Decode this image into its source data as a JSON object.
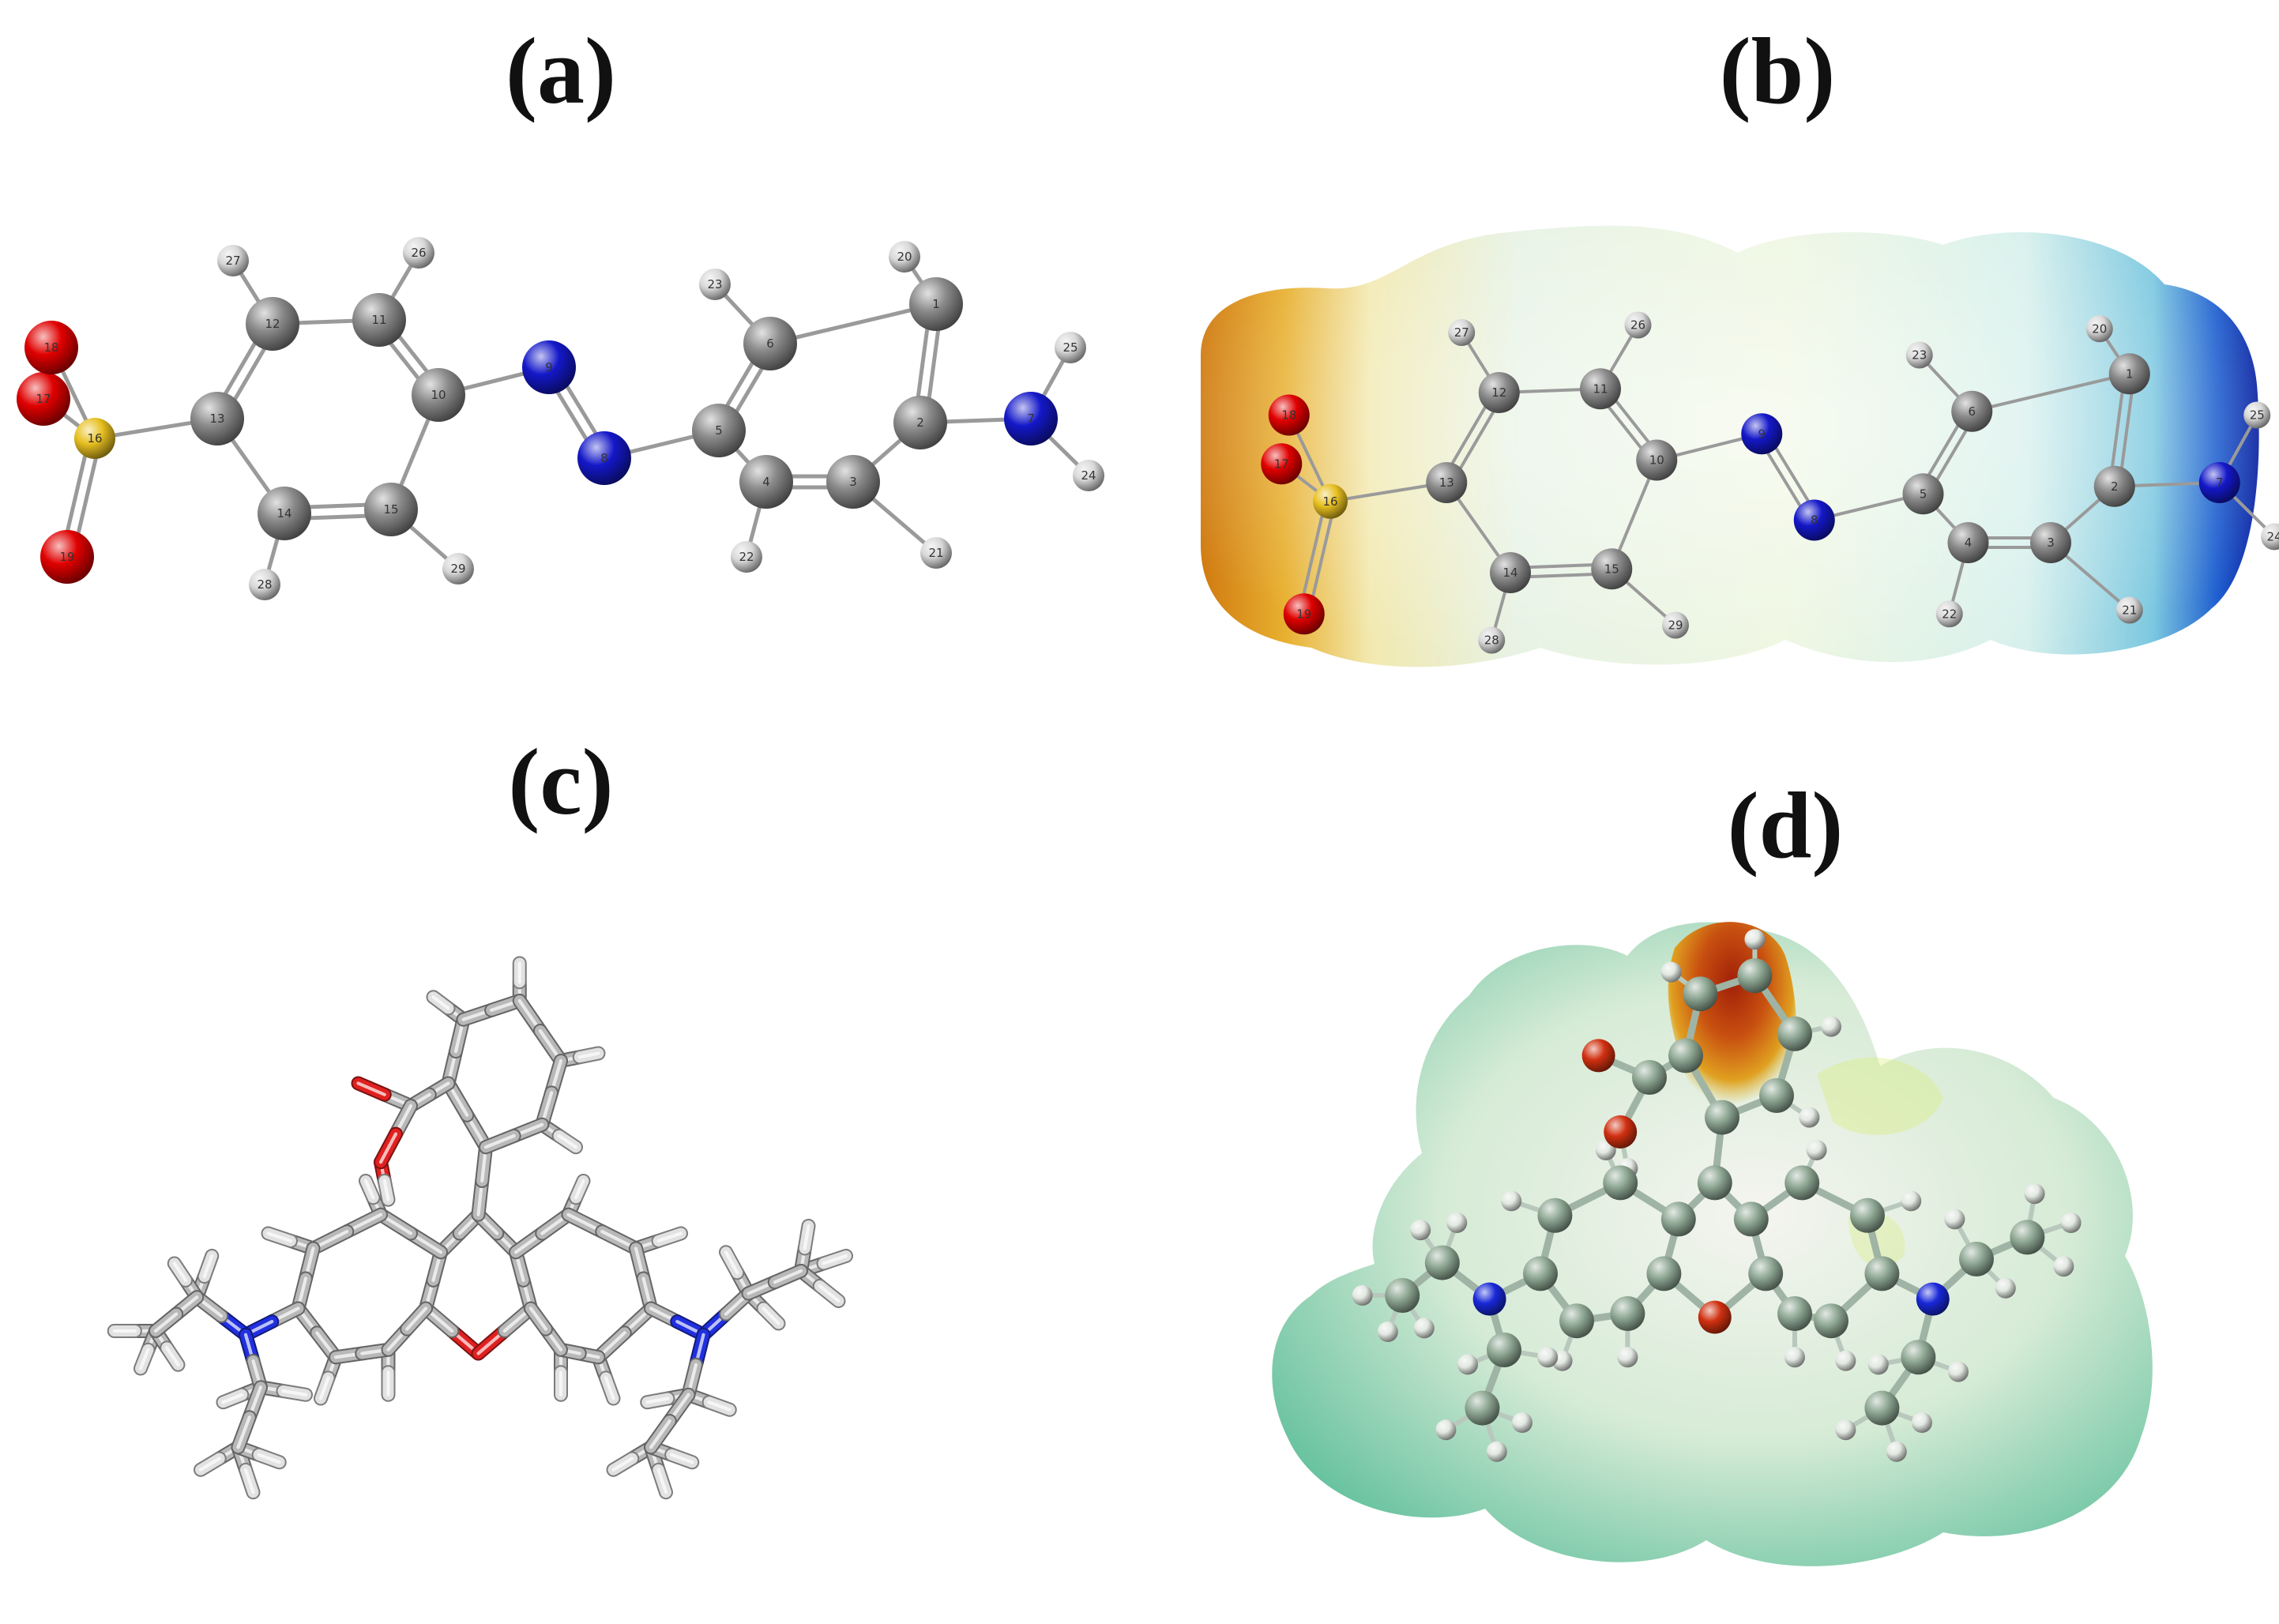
{
  "panels": [
    {
      "id": "a",
      "label": "(a)"
    },
    {
      "id": "b",
      "label": "(b)"
    },
    {
      "id": "c",
      "label": "(c)"
    },
    {
      "id": "d",
      "label": "(d)"
    }
  ],
  "azo_atom_labels": [
    "1",
    "2",
    "3",
    "4",
    "5",
    "6",
    "7",
    "8",
    "9",
    "10",
    "11",
    "12",
    "13",
    "14",
    "15",
    "16",
    "17",
    "18",
    "19",
    "20",
    "21",
    "22",
    "23",
    "24",
    "25",
    "26",
    "27",
    "28",
    "29"
  ],
  "colors": {
    "carbon": "#8a8a8a",
    "hydrogen": "#d8d8d8",
    "nitrogen": "#1418c8",
    "oxygen": "#e00000",
    "sulfur": "#e8c020",
    "mep_negative": "#d88a10",
    "mep_positive": "#1030c0",
    "mep_neutral": "#d9ecd9"
  }
}
